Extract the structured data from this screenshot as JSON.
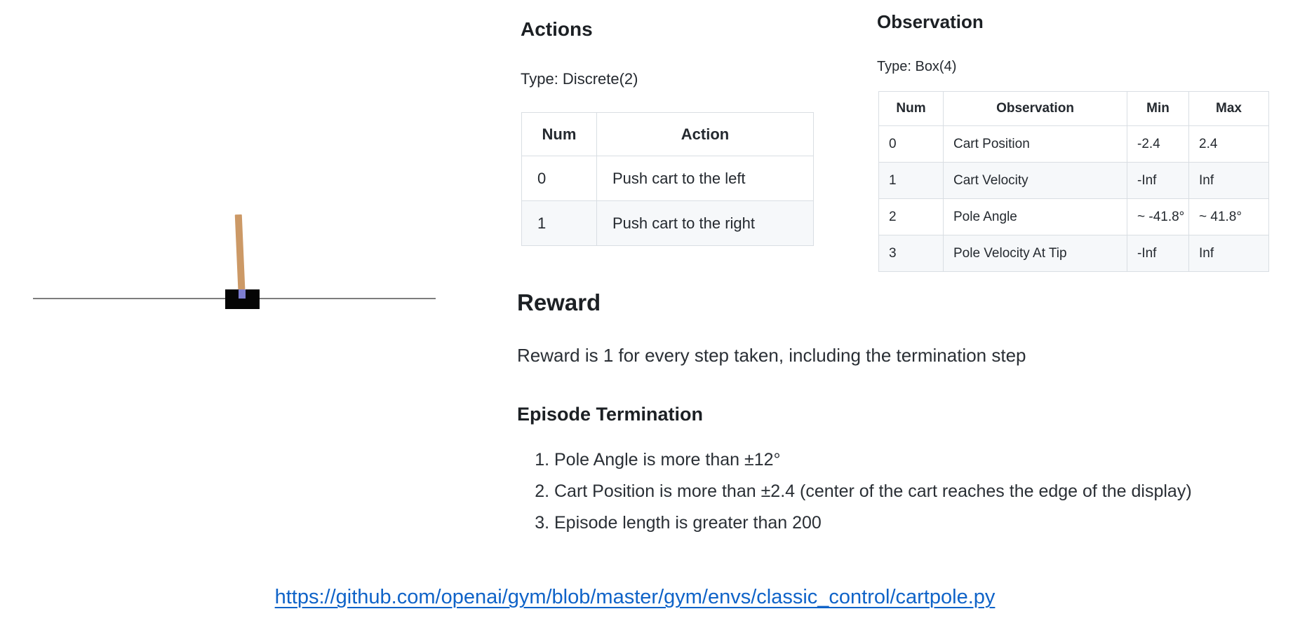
{
  "actions": {
    "heading": "Actions",
    "type_line": "Type: Discrete(2)",
    "table": {
      "headers": [
        "Num",
        "Action"
      ],
      "rows": [
        [
          "0",
          "Push cart to the left"
        ],
        [
          "1",
          "Push cart to the right"
        ]
      ]
    }
  },
  "observation": {
    "heading": "Observation",
    "type_line": "Type: Box(4)",
    "table": {
      "headers": [
        "Num",
        "Observation",
        "Min",
        "Max"
      ],
      "rows": [
        [
          "0",
          "Cart Position",
          "-2.4",
          "2.4"
        ],
        [
          "1",
          "Cart Velocity",
          "-Inf",
          "Inf"
        ],
        [
          "2",
          "Pole Angle",
          "~ -41.8°",
          "~ 41.8°"
        ],
        [
          "3",
          "Pole Velocity At Tip",
          "-Inf",
          "Inf"
        ]
      ]
    }
  },
  "reward": {
    "heading": "Reward",
    "text": "Reward is 1 for every step taken, including the termination step"
  },
  "episode_termination": {
    "heading": "Episode Termination",
    "items": [
      "Pole Angle is more than ±12°",
      "Cart Position is more than ±2.4 (center of the cart reaches the edge of the display)",
      "Episode length is greater than 200"
    ]
  },
  "link": {
    "text": "https://github.com/openai/gym/blob/master/gym/envs/classic_control/cartpole.py"
  },
  "cartpole": {
    "colors": {
      "pole": "#cc9966",
      "cart": "#050505",
      "axle": "#7d7dd0",
      "track": "#7d7d7d",
      "link_blue": "#0f63c8",
      "alt_row_bg": "#f6f8fa",
      "table_border": "#d9dee3"
    }
  }
}
